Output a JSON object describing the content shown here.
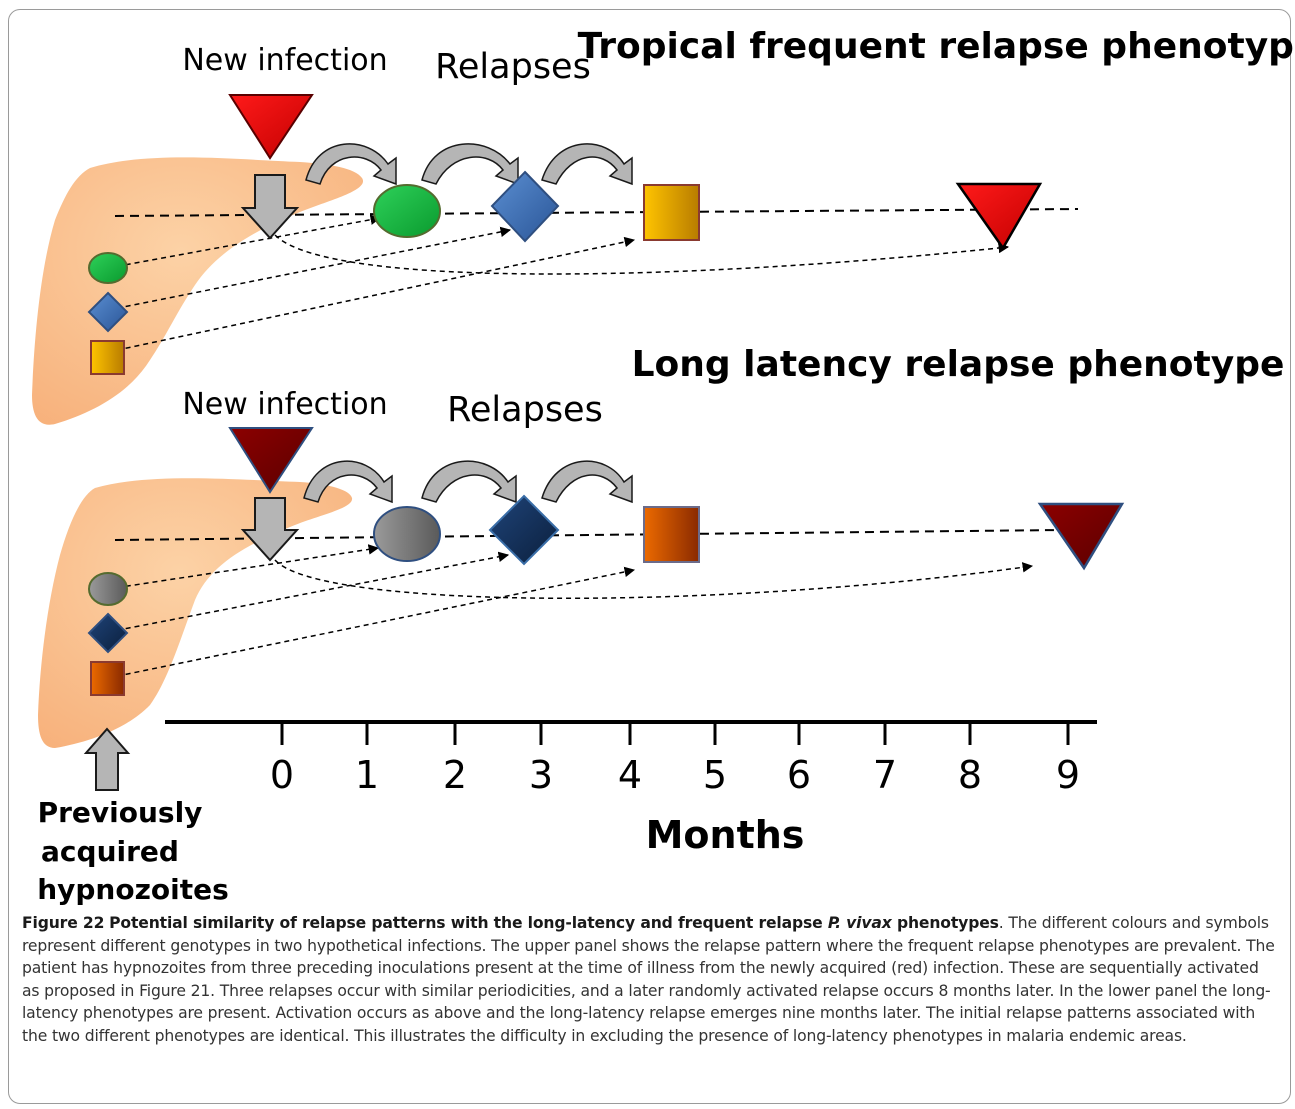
{
  "panels": {
    "top": {
      "title": "Tropical frequent relapse phenotype",
      "new_infection_label": "New infection",
      "relapses_label": "Relapses"
    },
    "bottom": {
      "title": "Long latency relapse phenotype",
      "new_infection_label": "New infection",
      "relapses_label": "Relapses"
    }
  },
  "axis": {
    "ticks": [
      "0",
      "1",
      "2",
      "3",
      "4",
      "5",
      "6",
      "7",
      "8",
      "9"
    ],
    "label": "Months"
  },
  "hypnozoite_label": [
    "Previously",
    "acquired",
    "hypnozoites"
  ],
  "colors": {
    "top_green": "#19b33f",
    "top_blue": "#3d6fb8",
    "top_gold": "#f3b400",
    "top_triangle": "#e60000",
    "bottom_gray": "#808080",
    "bottom_navy": "#143058",
    "bottom_orange": "#d45400",
    "bottom_triangle": "#7a0000",
    "liver": "#f7b27e",
    "arrow_gray": "#b5b5b5"
  },
  "caption": {
    "figure_number": "Figure 22",
    "title_start": "Potential similarity of relapse patterns with the long-latency and frequent relapse ",
    "title_species": "P. vivax",
    "title_end": " phenotypes",
    "body": ". The different colours and symbols represent different genotypes in two hypothetical infections. The upper panel shows the relapse pattern where the frequent relapse phenotypes are prevalent. The patient has hypnozoites from three preceding inoculations present at the time of illness from the newly acquired (red) infection. These are sequentially activated as proposed in Figure 21. Three relapses occur with similar periodicities, and a later randomly activated relapse occurs 8 months later. In the lower panel the long-latency phenotypes are present. Activation occurs as above and the long-latency relapse emerges nine months later. The initial relapse patterns associated with the two different phenotypes are identical. This illustrates the difficulty in excluding the presence of long-latency phenotypes in malaria endemic areas."
  }
}
